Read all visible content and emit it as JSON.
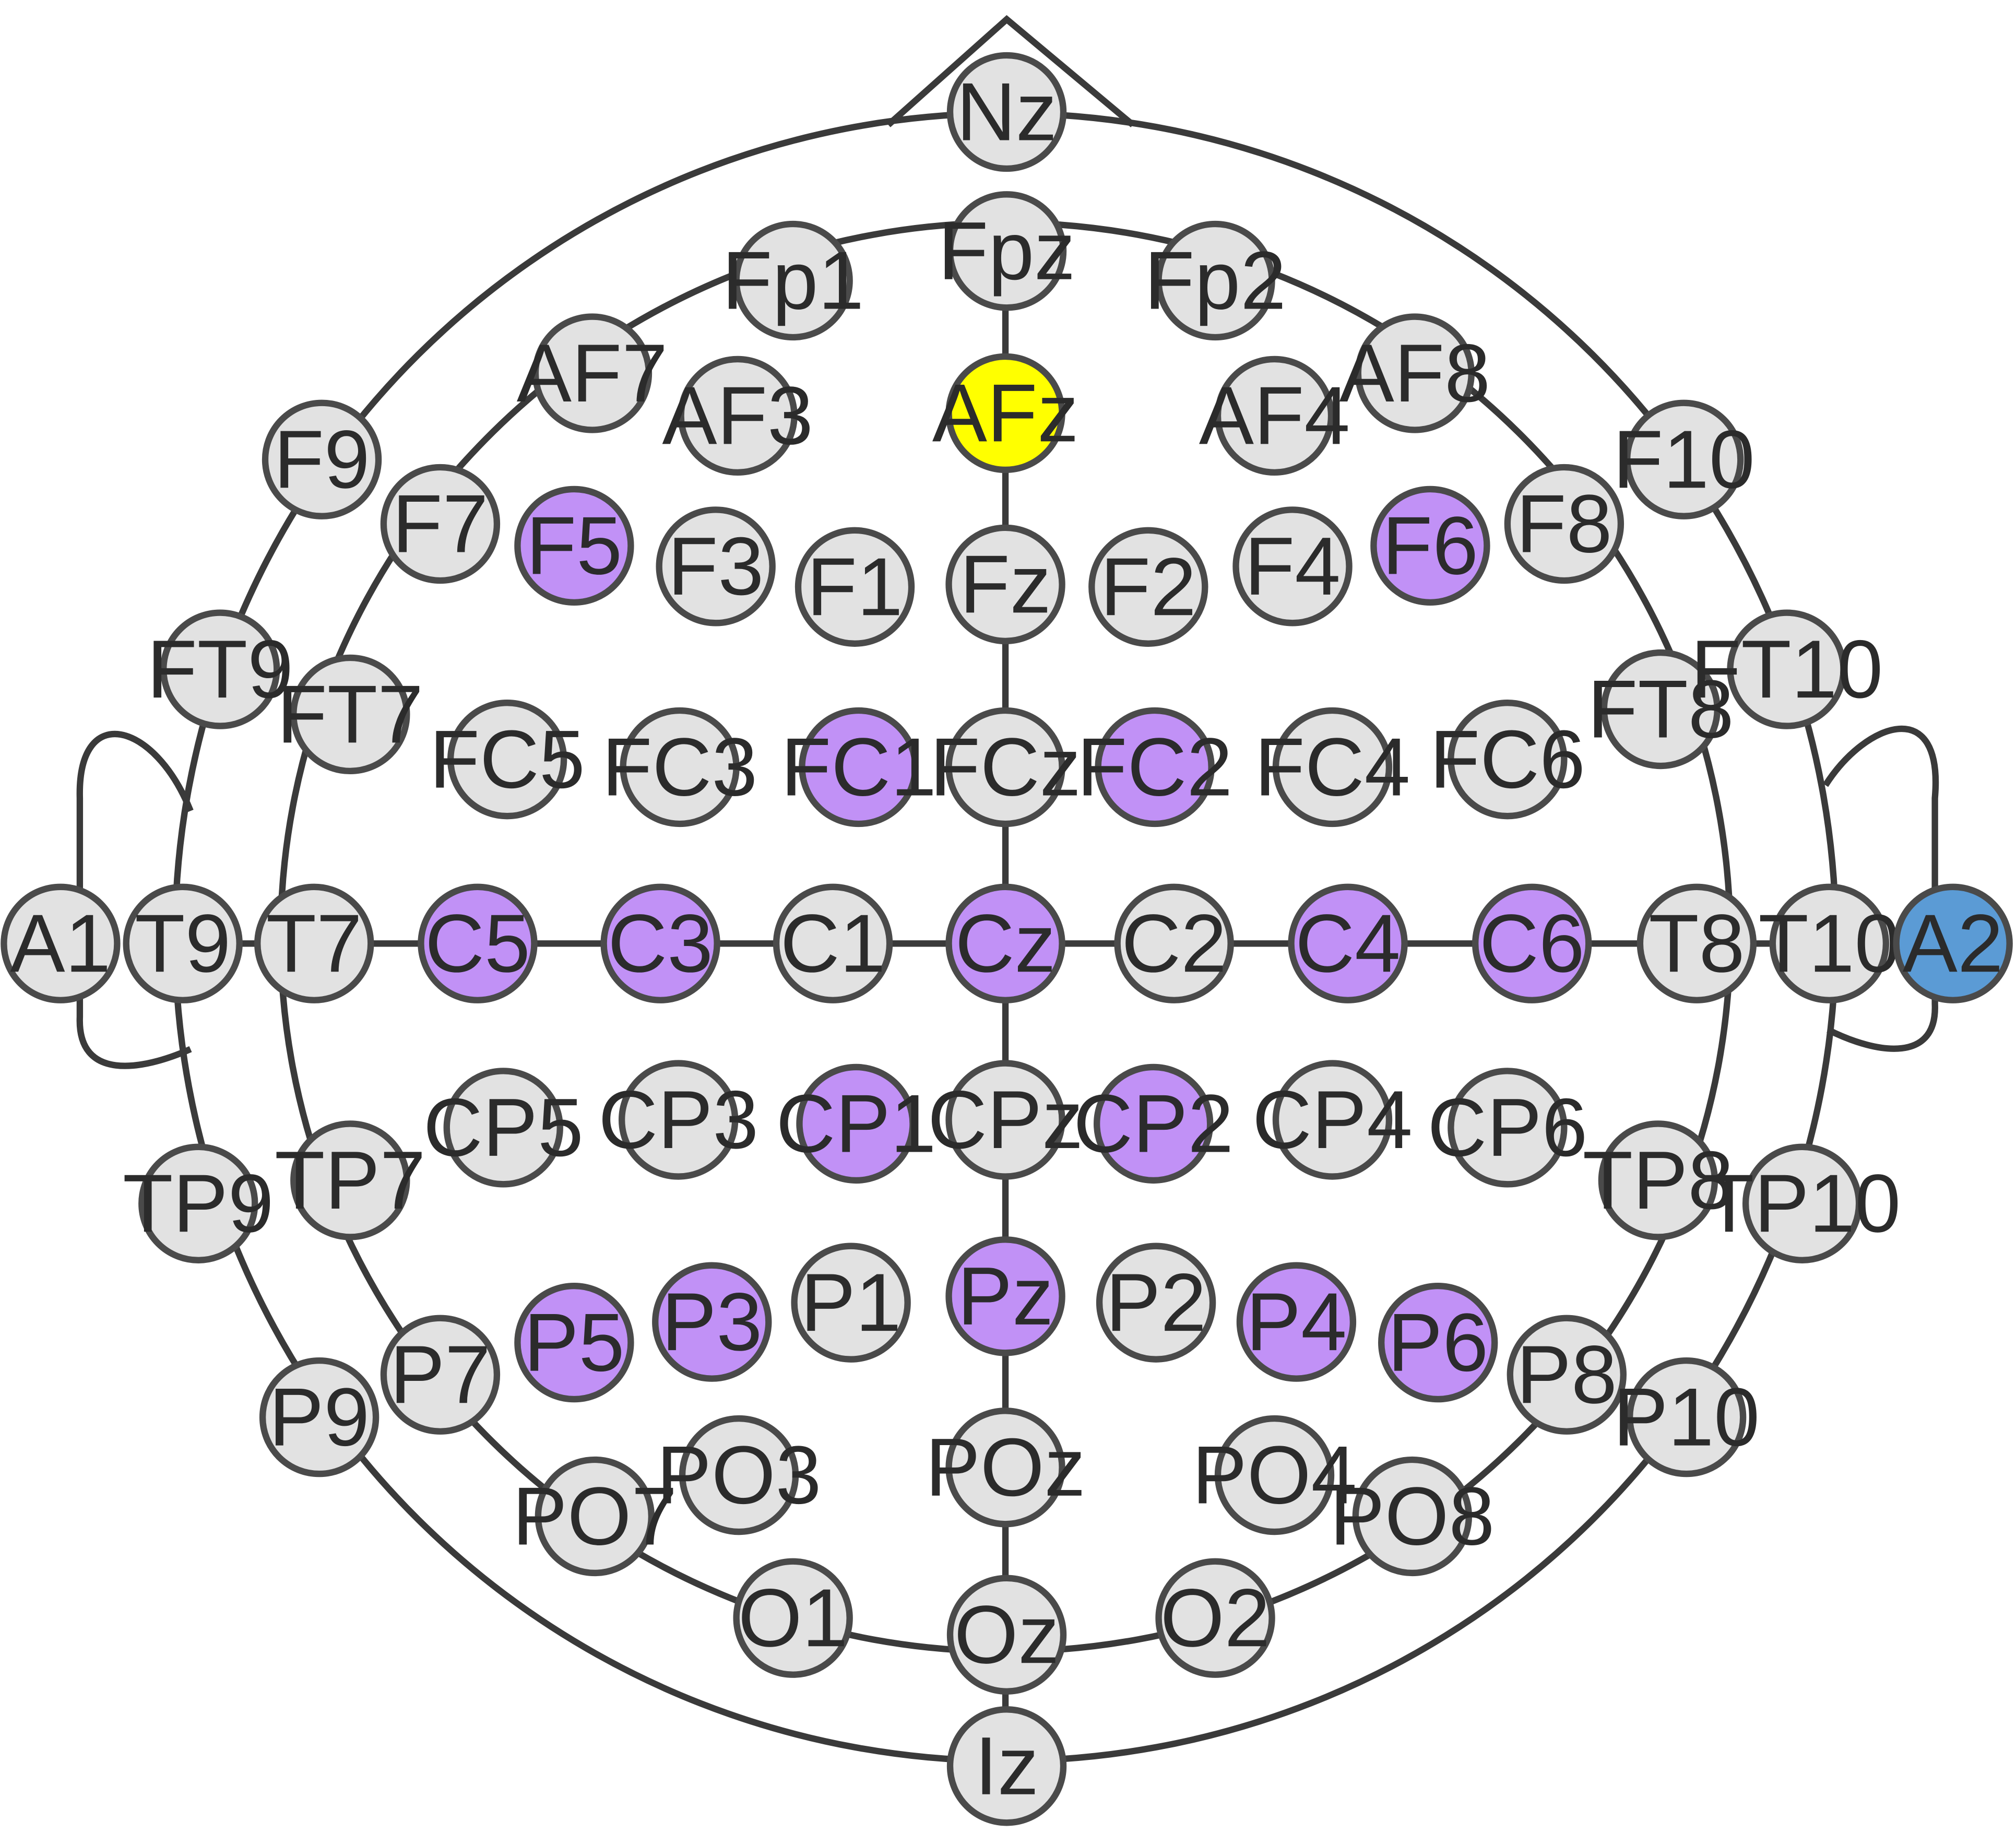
{
  "colors": {
    "default": "#e2e2e2",
    "ground": "#ffff00",
    "channel": "#c191f6",
    "reference": "#5b9bd5",
    "outline": "#3a3a3a",
    "text": "#2b2b2b"
  },
  "electrodes": [
    {
      "label": "Nz",
      "group": "default"
    },
    {
      "label": "Fpz",
      "group": "default"
    },
    {
      "label": "Fp1",
      "group": "default"
    },
    {
      "label": "Fp2",
      "group": "default"
    },
    {
      "label": "AF7",
      "group": "default"
    },
    {
      "label": "AF3",
      "group": "default"
    },
    {
      "label": "AFz",
      "group": "ground"
    },
    {
      "label": "AF4",
      "group": "default"
    },
    {
      "label": "AF8",
      "group": "default"
    },
    {
      "label": "F9",
      "group": "default"
    },
    {
      "label": "F7",
      "group": "default"
    },
    {
      "label": "F5",
      "group": "channel"
    },
    {
      "label": "F3",
      "group": "default"
    },
    {
      "label": "F1",
      "group": "default"
    },
    {
      "label": "Fz",
      "group": "default"
    },
    {
      "label": "F2",
      "group": "default"
    },
    {
      "label": "F4",
      "group": "default"
    },
    {
      "label": "F6",
      "group": "channel"
    },
    {
      "label": "F8",
      "group": "default"
    },
    {
      "label": "F10",
      "group": "default"
    },
    {
      "label": "FT9",
      "group": "default"
    },
    {
      "label": "FT7",
      "group": "default"
    },
    {
      "label": "FC5",
      "group": "default"
    },
    {
      "label": "FC3",
      "group": "default"
    },
    {
      "label": "FC1",
      "group": "channel"
    },
    {
      "label": "FCz",
      "group": "default"
    },
    {
      "label": "FC2",
      "group": "channel"
    },
    {
      "label": "FC4",
      "group": "default"
    },
    {
      "label": "FC6",
      "group": "default"
    },
    {
      "label": "FT8",
      "group": "default"
    },
    {
      "label": "FT10",
      "group": "default"
    },
    {
      "label": "A1",
      "group": "default"
    },
    {
      "label": "T9",
      "group": "default"
    },
    {
      "label": "T7",
      "group": "default"
    },
    {
      "label": "C5",
      "group": "channel"
    },
    {
      "label": "C3",
      "group": "channel"
    },
    {
      "label": "C1",
      "group": "default"
    },
    {
      "label": "Cz",
      "group": "channel"
    },
    {
      "label": "C2",
      "group": "default"
    },
    {
      "label": "C4",
      "group": "channel"
    },
    {
      "label": "C6",
      "group": "channel"
    },
    {
      "label": "T8",
      "group": "default"
    },
    {
      "label": "T10",
      "group": "default"
    },
    {
      "label": "A2",
      "group": "reference"
    },
    {
      "label": "CP5",
      "group": "default"
    },
    {
      "label": "CP3",
      "group": "default"
    },
    {
      "label": "CP1",
      "group": "channel"
    },
    {
      "label": "CPz",
      "group": "default"
    },
    {
      "label": "CP2",
      "group": "channel"
    },
    {
      "label": "CP4",
      "group": "default"
    },
    {
      "label": "CP6",
      "group": "default"
    },
    {
      "label": "TP9",
      "group": "default"
    },
    {
      "label": "TP7",
      "group": "default"
    },
    {
      "label": "TP8",
      "group": "default"
    },
    {
      "label": "TP10",
      "group": "default"
    },
    {
      "label": "P9",
      "group": "default"
    },
    {
      "label": "P7",
      "group": "default"
    },
    {
      "label": "P5",
      "group": "channel"
    },
    {
      "label": "P3",
      "group": "channel"
    },
    {
      "label": "P1",
      "group": "default"
    },
    {
      "label": "Pz",
      "group": "channel"
    },
    {
      "label": "P2",
      "group": "default"
    },
    {
      "label": "P4",
      "group": "channel"
    },
    {
      "label": "P6",
      "group": "channel"
    },
    {
      "label": "P8",
      "group": "default"
    },
    {
      "label": "P10",
      "group": "default"
    },
    {
      "label": "PO7",
      "group": "default"
    },
    {
      "label": "PO3",
      "group": "default"
    },
    {
      "label": "POz",
      "group": "default"
    },
    {
      "label": "PO4",
      "group": "default"
    },
    {
      "label": "PO8",
      "group": "default"
    },
    {
      "label": "O1",
      "group": "default"
    },
    {
      "label": "Oz",
      "group": "default"
    },
    {
      "label": "O2",
      "group": "default"
    },
    {
      "label": "Iz",
      "group": "default"
    }
  ]
}
